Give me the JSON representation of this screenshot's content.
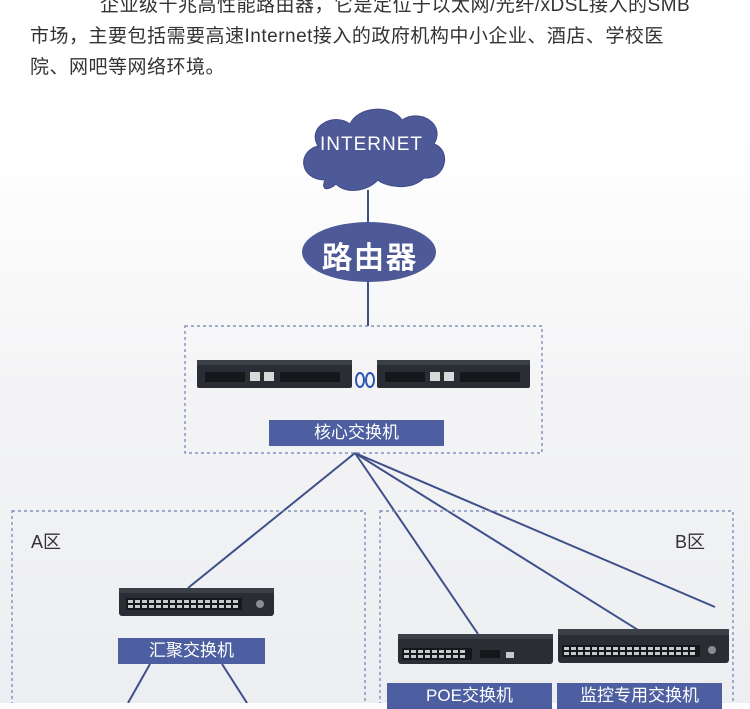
{
  "intro": {
    "line1": "企业级千兆高性能路由器，它是定位于以太网/光纤/xDSL接入的SMB",
    "line2": "市场，主要包括需要高速Internet接入的政府机构中小企业、酒店、学校医",
    "line3": "院、网吧等网络环境。"
  },
  "diagram": {
    "internet": "INTERNET",
    "router": "路由器",
    "core_switch": "核心交换机",
    "zone_a": "A区",
    "zone_b": "B区",
    "aggregation_switch": "汇聚交换机",
    "poe_switch": "POE交换机",
    "monitor_switch": "监控专用交换机"
  },
  "colors": {
    "accent": "#4d5fa0",
    "device": "#2a2d33",
    "border": "#6d7fb5"
  }
}
